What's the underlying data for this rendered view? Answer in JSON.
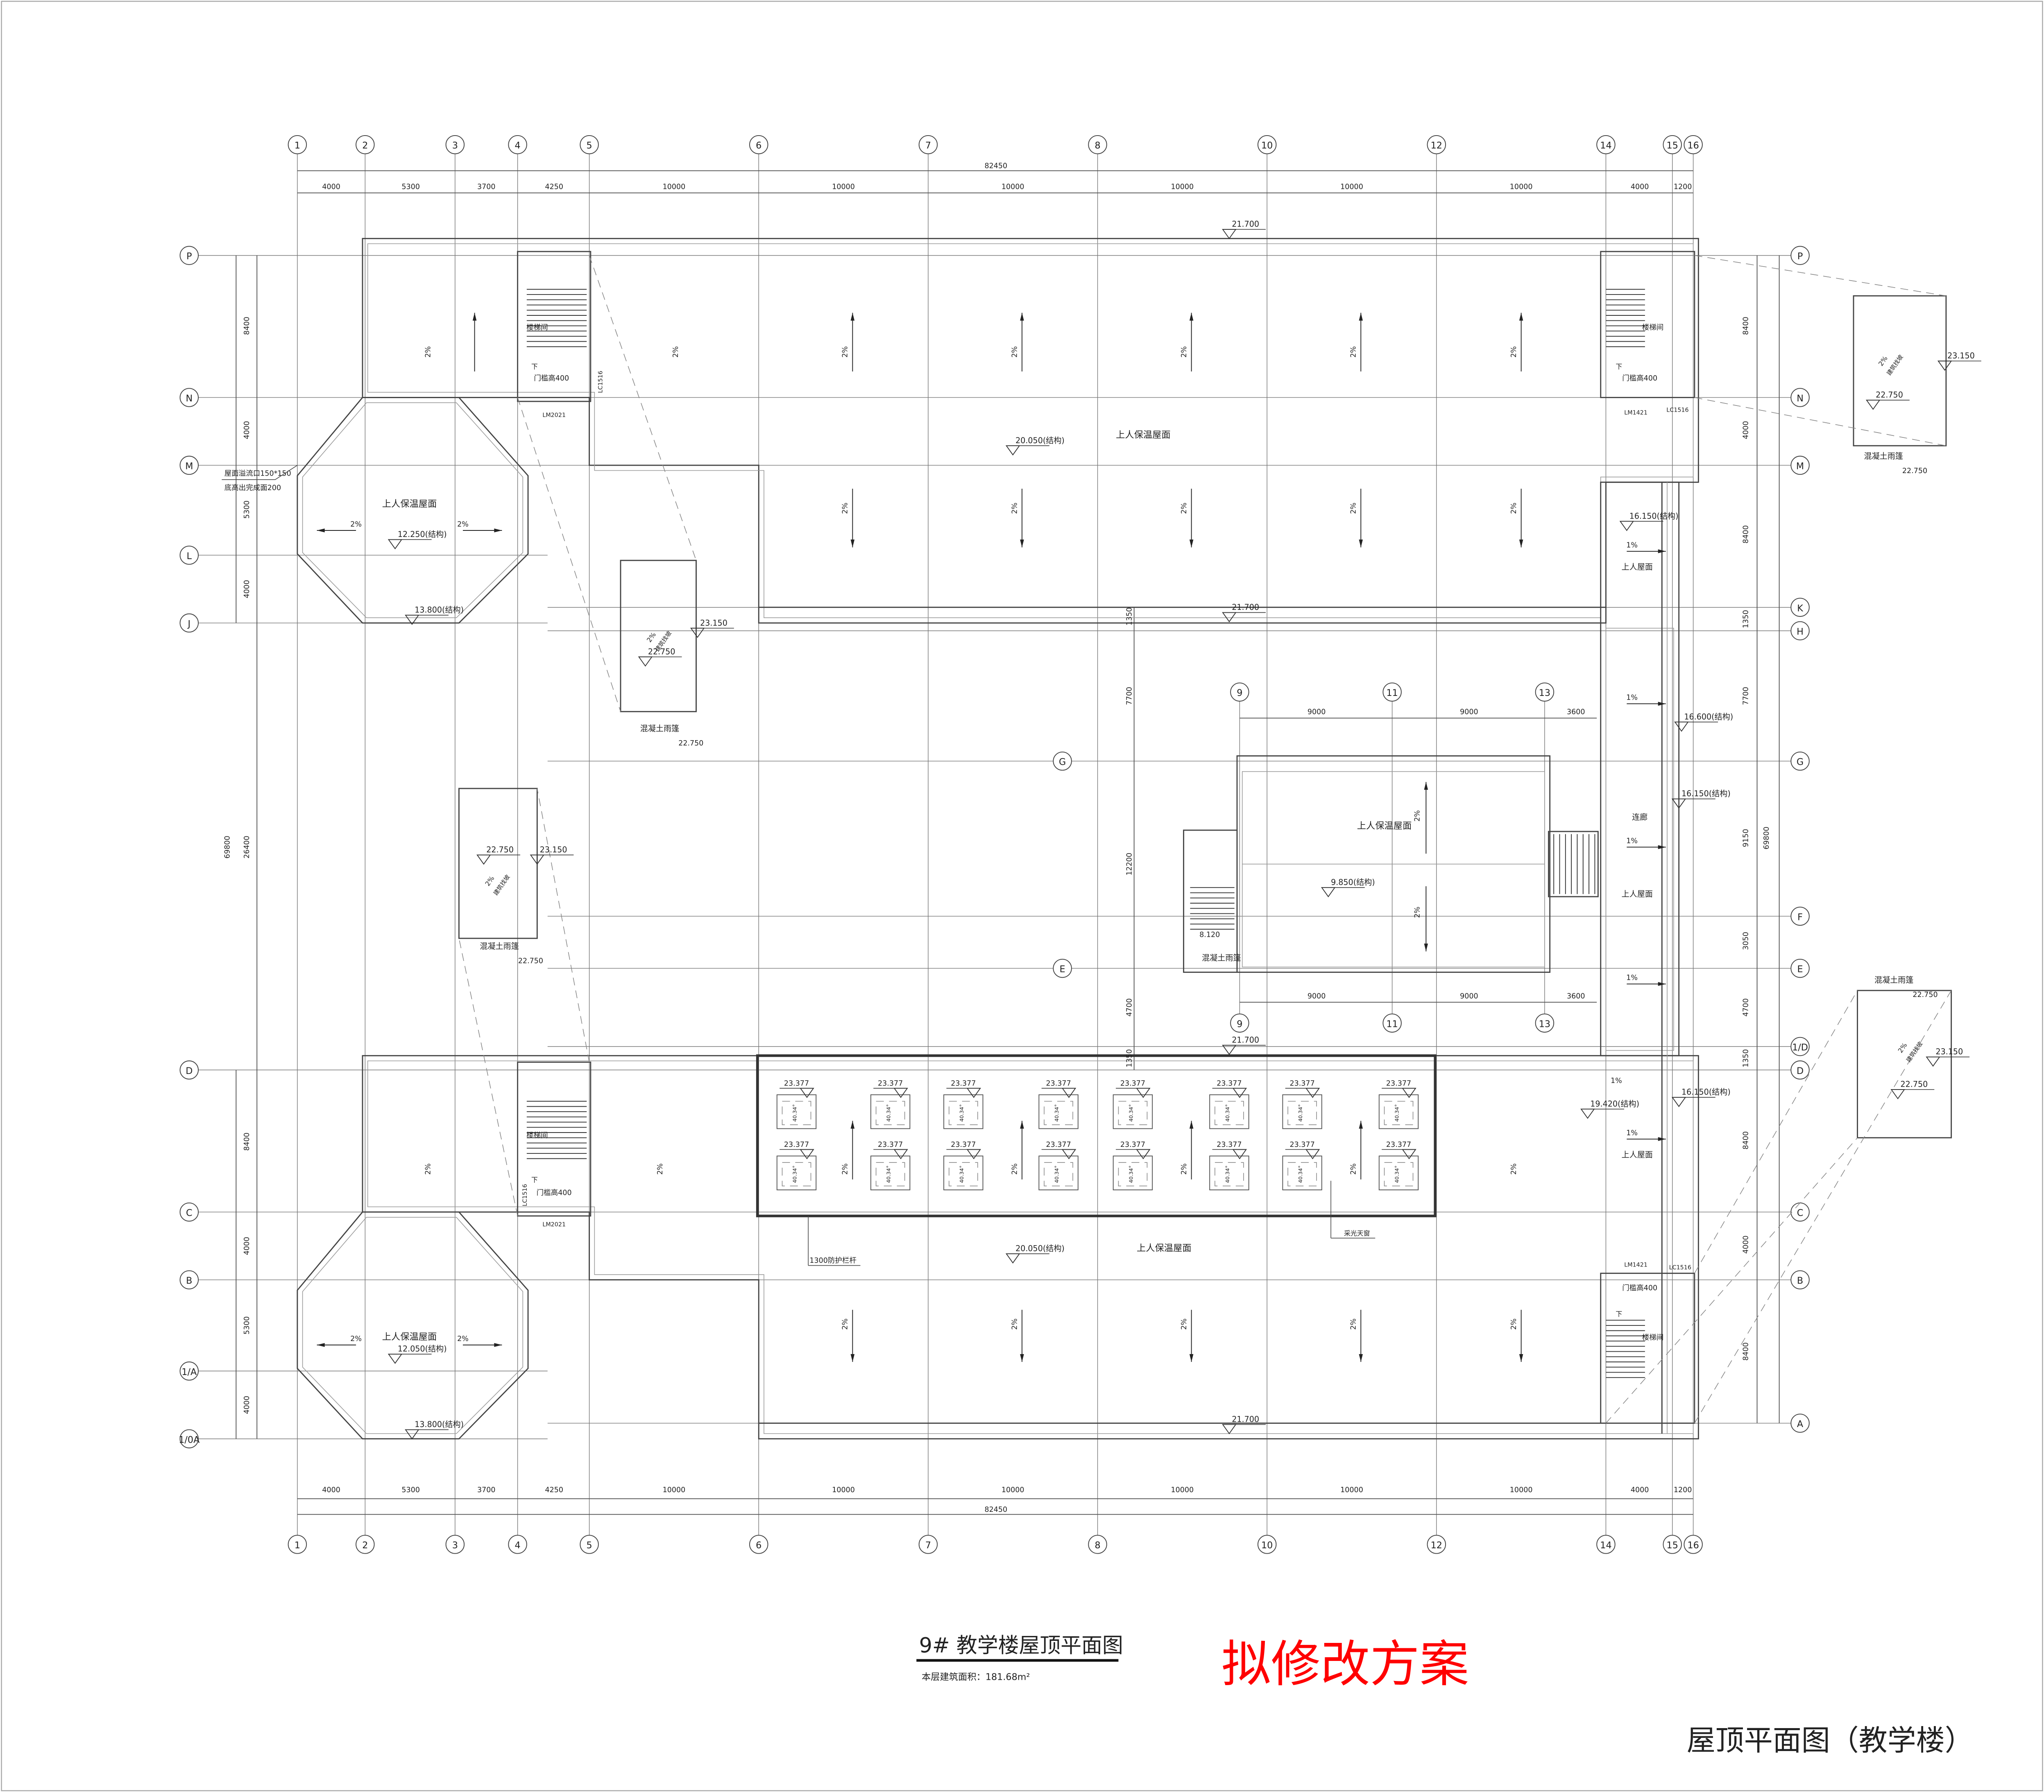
{
  "title_block": {
    "title": "9# 教学楼屋顶平面图",
    "area": "本层建筑面积：181.68m²",
    "stamp": "拟修改方案",
    "sheet_title": "屋顶平面图（教学楼）",
    "stamp_color": "#ff0000"
  },
  "axes": {
    "columns": [
      "1",
      "2",
      "3",
      "4",
      "5",
      "6",
      "7",
      "8",
      "10",
      "12",
      "14",
      "15",
      "16"
    ],
    "rows_left": [
      "P",
      "N",
      "M",
      "L",
      "J",
      "D",
      "C",
      "B",
      "1/A",
      "1/0A"
    ],
    "rows_right": [
      "P",
      "N",
      "M",
      "K",
      "H",
      "G",
      "F",
      "E",
      "1/D",
      "D",
      "C",
      "B",
      "A"
    ],
    "sub_columns": [
      "9",
      "11",
      "13"
    ],
    "sub_rows": [
      "G",
      "E"
    ]
  },
  "dims": {
    "total_x": "82450",
    "x_segments": [
      "4000",
      "5300",
      "3700",
      "4250",
      "10000",
      "10000",
      "10000",
      "10000",
      "10000",
      "10000",
      "4000",
      "1200"
    ],
    "left_upper": [
      "8400",
      "4000",
      "5300",
      "4000"
    ],
    "left_mid": "26400",
    "total_y": "69800",
    "left_lower": [
      "8400",
      "4000",
      "5300",
      "4000"
    ],
    "right": [
      "8400",
      "4000",
      "8400",
      "1350",
      "7700",
      "9150",
      "3050",
      "4700",
      "1350",
      "8400",
      "4000",
      "8400"
    ],
    "sub_x": [
      "9000",
      "9000",
      "3600"
    ],
    "center_y": [
      "1350",
      "7700",
      "12200",
      "4700",
      "1350"
    ]
  },
  "elevations": {
    "parapet": "21.700",
    "main_roof": "20.050(结构)",
    "oct_upper": "12.250(结构)",
    "oct_lower": "12.050(结构)",
    "oct_edge": "13.800(结构)",
    "center_roof": "9.850(结构)",
    "stair_landing": "8.120",
    "canopy_top": "23.150",
    "canopy_low": "22.750",
    "east_a": "16.150(结构)",
    "east_b": "16.600(结构)",
    "east_c": "19.420(结构)",
    "skylight": "23.377",
    "skylight_angle": "40.34°"
  },
  "labels": {
    "roof_insulated": "上人保温屋面",
    "roof_access": "上人屋面",
    "corridor": "连廊",
    "canopy": "混凝土雨篷",
    "slope_find": "建筑找坡",
    "slope_2": "2%",
    "slope_1": "1%",
    "skylight": "采光天窗",
    "railing": "1300防护栏杆",
    "stair": "楼梯间",
    "threshold": "门槛高400",
    "down": "下",
    "door_lm2021": "LM2021",
    "door_lm1421": "LM1421",
    "window_lc1516": "LC1516",
    "overflow_1": "屋面溢流口150*150",
    "overflow_2": "底高出完成面200"
  }
}
